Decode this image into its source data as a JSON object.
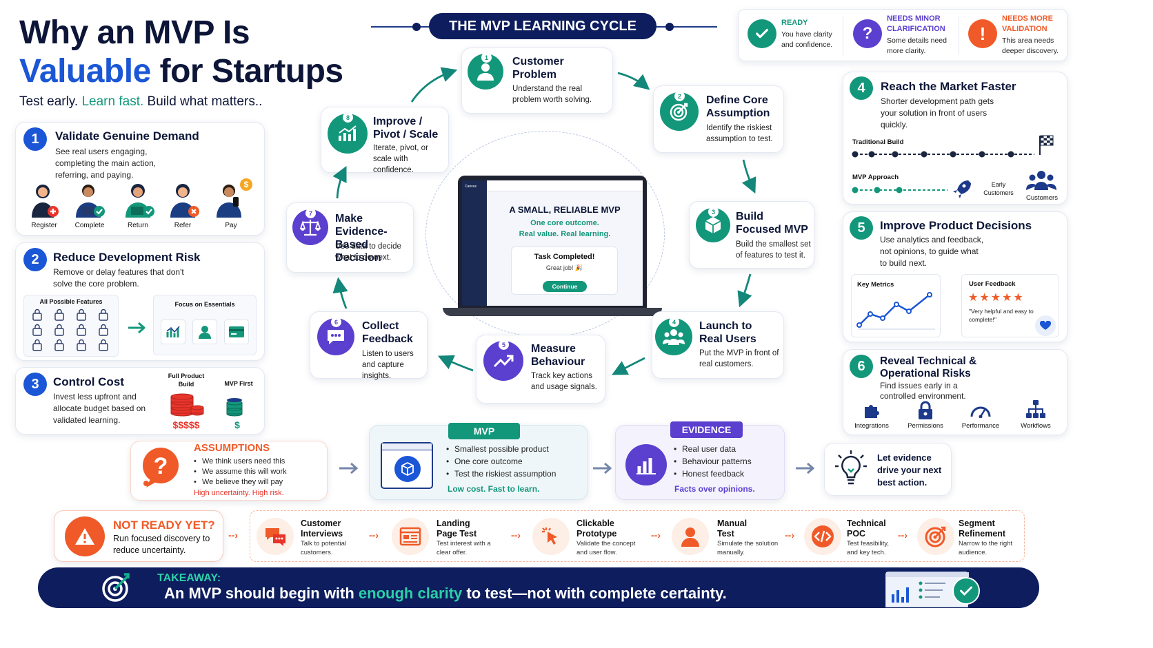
{
  "header": {
    "title_line1": "Why an MVP Is",
    "title_valuable": "Valuable",
    "title_rest": " for Startups",
    "tag_a": "Test early. ",
    "tag_b": "Learn fast.",
    "tag_c": " Build what matters.."
  },
  "cycle": {
    "title": "THE MVP LEARNING CYCLE",
    "steps": [
      {
        "n": "1",
        "title": "Customer Problem",
        "desc": "Understand the real problem worth solving."
      },
      {
        "n": "2",
        "title": "Define Core Assumption",
        "desc": "Identify the riskiest assumption to test."
      },
      {
        "n": "3",
        "title": "Build Focused MVP",
        "desc": "Build the smallest set of features to test it."
      },
      {
        "n": "4",
        "title": "Launch to Real Users",
        "desc": "Put the MVP in front of real customers."
      },
      {
        "n": "5",
        "title": "Measure Behaviour",
        "desc": "Track key actions and usage signals."
      },
      {
        "n": "6",
        "title": "Collect Feedback",
        "desc": "Listen to users and capture insights."
      },
      {
        "n": "7",
        "title": "Make Evidence-Based Decision",
        "desc": "Use data to decide what to do next."
      },
      {
        "n": "8",
        "title": "Improve / Pivot / Scale",
        "desc": "Iterate, pivot, or scale with confidence."
      }
    ],
    "laptop": {
      "heading": "A SMALL, RELIABLE MVP",
      "line1": "One core outcome.",
      "line2": "Real value. Real learning.",
      "task": "Task Completed!",
      "great": "Great job! 🎉",
      "button": "Continue",
      "app_name": "Canvas"
    }
  },
  "legend": [
    {
      "title": "READY",
      "desc": "You have clarity and confidence.",
      "color": "#13977b"
    },
    {
      "title": "NEEDS MINOR CLARIFICATION",
      "desc": "Some details need more clarity.",
      "color": "#5b3fcf"
    },
    {
      "title": "NEEDS MORE VALIDATION",
      "desc": "This area needs deeper discovery.",
      "color": "#f05a28"
    }
  ],
  "left": {
    "b1": {
      "n": "1",
      "title": "Validate Genuine Demand",
      "desc": "See real users engaging, completing the main action, referring, and paying.",
      "people": [
        "Register",
        "Complete",
        "Return",
        "Refer",
        "Pay"
      ]
    },
    "b2": {
      "n": "2",
      "title": "Reduce Development Risk",
      "desc": "Remove or delay features that don't solve the core problem.",
      "all_label": "All Possible Features",
      "focus_label": "Focus on Essentials"
    },
    "b3": {
      "n": "3",
      "title": "Control Cost",
      "desc": "Invest less upfront and allocate budget based on validated learning.",
      "full_label": "Full Product Build",
      "full_cost": "$$$$$",
      "mvp_label": "MVP First",
      "mvp_cost": "$"
    }
  },
  "right": {
    "b4": {
      "n": "4",
      "title": "Reach the Market Faster",
      "desc": "Shorter development path gets your solution in front of users quickly.",
      "traditional": "Traditional Build",
      "mvp": "MVP Approach",
      "early": "Early Customers",
      "customers": "Customers"
    },
    "b5": {
      "n": "5",
      "title": "Improve Product Decisions",
      "desc": "Use analytics and feedback, not opinions, to guide what to build next.",
      "metrics": "Key Metrics",
      "feedback": "User Feedback",
      "quote": "\"Very helpful and easy to complete!\"",
      "stars": 5
    },
    "b6": {
      "n": "6",
      "title": "Reveal Technical & Operational Risks",
      "desc": "Find issues early in a controlled environment.",
      "items": [
        "Integrations",
        "Permissions",
        "Performance",
        "Workflows"
      ]
    }
  },
  "flow": {
    "assumptions": {
      "title": "ASSUMPTIONS",
      "items": [
        "We think users need this",
        "We assume this will work",
        "We believe they will pay"
      ],
      "foot": "High uncertainty. High risk."
    },
    "mvp": {
      "title": "MVP",
      "items": [
        "Smallest possible product",
        "One core outcome",
        "Test the riskiest assumption"
      ],
      "foot": "Low cost. Fast to learn."
    },
    "evidence": {
      "title": "EVIDENCE",
      "items": [
        "Real user data",
        "Behaviour patterns",
        "Honest feedback"
      ],
      "foot": "Facts over opinions."
    },
    "result": "Let evidence drive your next best action."
  },
  "notready": {
    "title": "NOT READY YET?",
    "desc": "Run focused discovery to reduce uncertainty.",
    "steps": [
      {
        "title": "Customer Interviews",
        "desc": "Talk to potential customers."
      },
      {
        "title": "Landing Page Test",
        "desc": "Test interest with a clear offer."
      },
      {
        "title": "Clickable Prototype",
        "desc": "Validate the concept and user flow."
      },
      {
        "title": "Manual Test",
        "desc": "Simulate the solution manually."
      },
      {
        "title": "Technical POC",
        "desc": "Test feasibility, and key tech."
      },
      {
        "title": "Segment Refinement",
        "desc": "Narrow to the right audience."
      }
    ]
  },
  "takeaway": {
    "label": "TAKEAWAY:",
    "a": "An MVP should begin with ",
    "b": "enough clarity",
    "c": " to test—not with complete certainty."
  },
  "colors": {
    "navy": "#0d1d5e",
    "blue": "#1a56d6",
    "teal": "#13977b",
    "purple": "#5b3fcf",
    "orange": "#f05a28"
  }
}
